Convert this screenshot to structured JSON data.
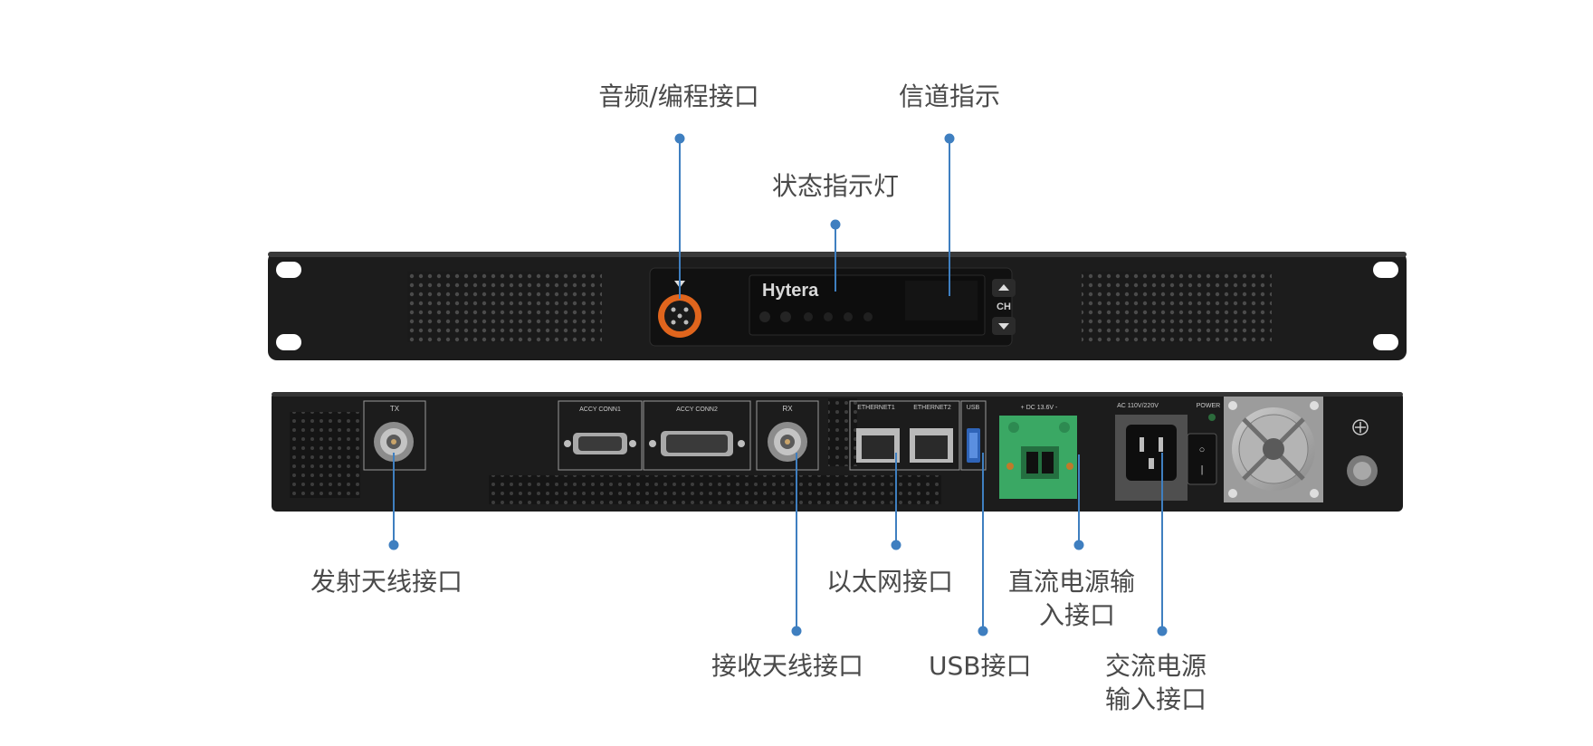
{
  "callouts": {
    "audio_port": "音频/编程接口",
    "channel_indicator": "信道指示",
    "status_led": "状态指示灯",
    "tx_antenna": "发射天线接口",
    "ethernet": "以太网接口",
    "dc_power_line1": "直流电源输",
    "dc_power_line2": "入接口",
    "rx_antenna": "接收天线接口",
    "usb": "USB接口",
    "ac_power_line1": "交流电源",
    "ac_power_line2": "输入接口"
  },
  "front_panel": {
    "brand": "Hytera",
    "ch_label": "CH"
  },
  "rear_panel": {
    "tx": "TX",
    "rx": "RX",
    "accy1": "ACCY CONN1",
    "accy2": "ACCY CONN2",
    "eth1": "ETHERNET1",
    "eth2": "ETHERNET2",
    "usb": "USB",
    "dc": "+ DC 13.6V -",
    "ac": "AC 110V/220V",
    "power": "POWER"
  },
  "colors": {
    "callout_line": "#3f7fc0",
    "chassis": "#1c1c1c",
    "dc_connector": "#3aa864",
    "audio_connector": "#e0651d"
  }
}
